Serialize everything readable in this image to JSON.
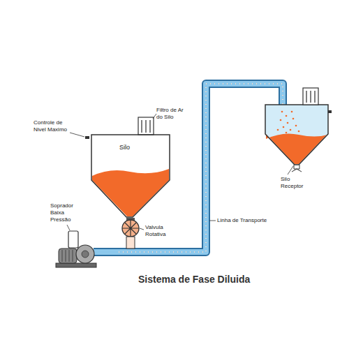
{
  "diagram": {
    "title": "Sistema de Fase Diluida",
    "nodes": [
      {
        "text": [
          "Silo"
        ]
      }
    ],
    "labels": [
      "Controle de Nivel Maximo",
      "Filtro de Ar do Silo",
      "Soprador Baixa Pressão",
      "Valvula Rotativa",
      "Linha de Transporte",
      "Silo Receptor"
    ]
  }
}
